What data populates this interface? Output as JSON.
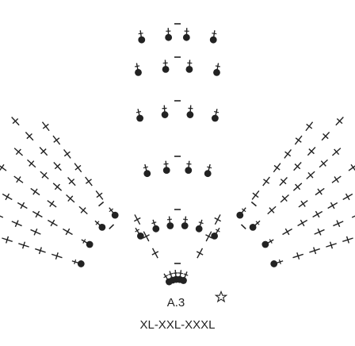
{
  "diagram": {
    "code_label": "A.3",
    "sizes_label": "XL-XXL-XXXL",
    "start_marker_icon": "star-outline-icon",
    "stitch_types": [
      "dc",
      "sc",
      "ch"
    ],
    "ink_color": "#222222",
    "background_color": "#ffffff"
  }
}
